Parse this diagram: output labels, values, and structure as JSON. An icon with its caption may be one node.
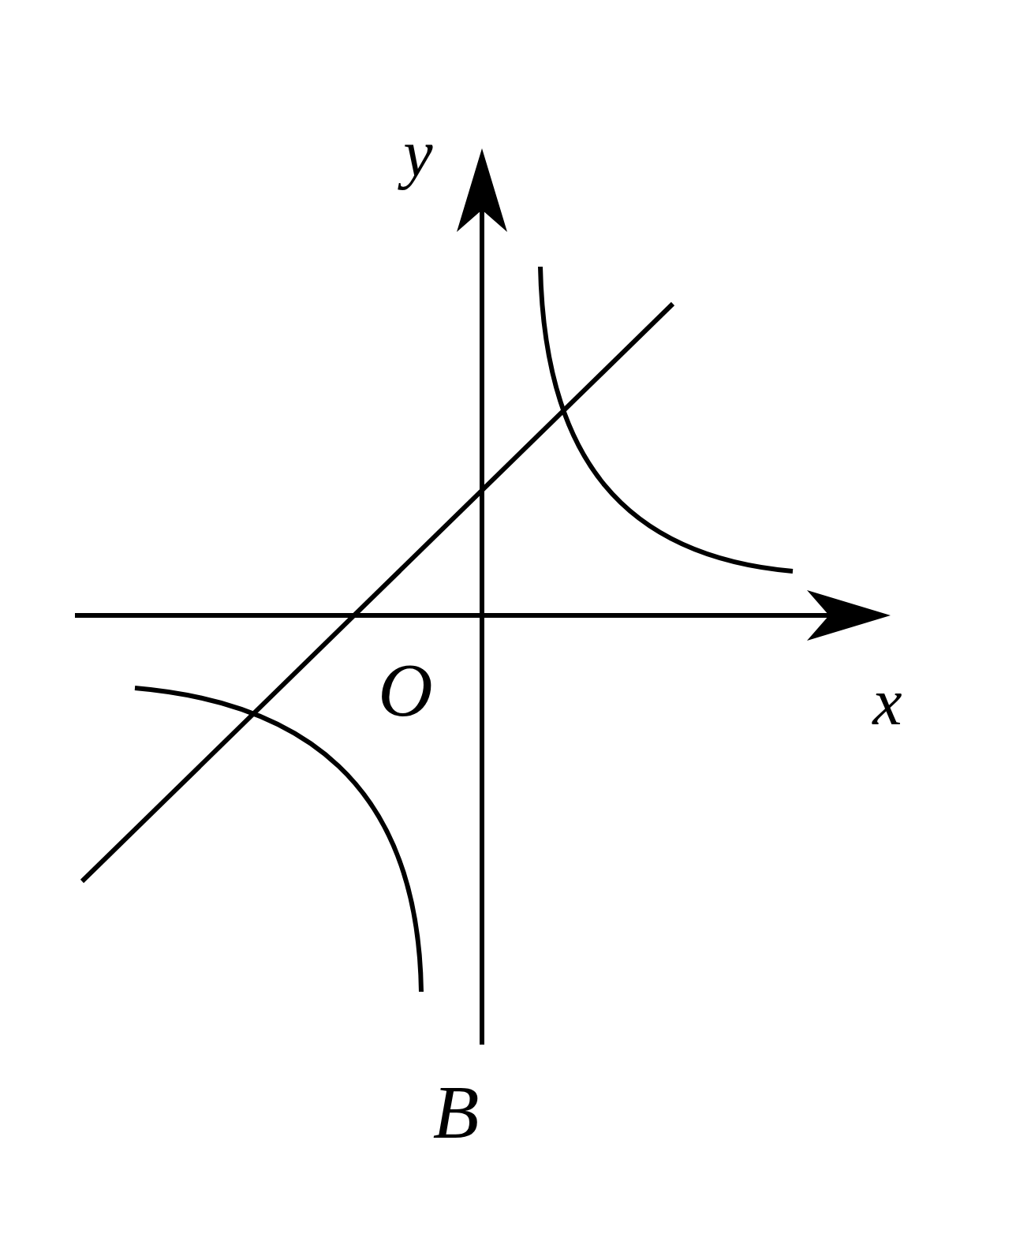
{
  "diagram": {
    "labels": [
      "y",
      "O",
      "x",
      "B"
    ]
  }
}
